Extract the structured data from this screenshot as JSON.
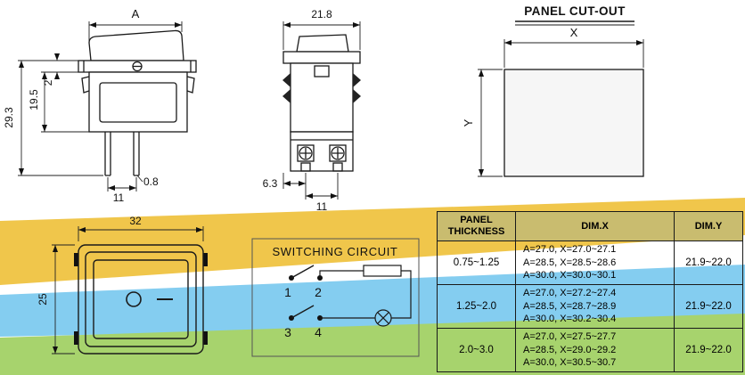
{
  "colors": {
    "band_yellow": "#f0c64b",
    "band_blue": "#84cdf0",
    "band_green": "#a7d36d",
    "table_header_tan": "#c9bc6f",
    "line": "#1a1a1a",
    "panel_fill": "#f6f6f6"
  },
  "front_view": {
    "dim_width": "A",
    "dim_total_height": "29.3",
    "dim_body_height": "19.5",
    "dim_flange_thickness": "2",
    "dim_terminal_pitch": "11",
    "dim_terminal_thickness": "0.8"
  },
  "side_view": {
    "dim_width": "21.8",
    "dim_offset": "6.3",
    "dim_terminal_pitch": "11"
  },
  "panel_cutout": {
    "title": "PANEL CUT-OUT",
    "dim_x": "X",
    "dim_y": "Y"
  },
  "bottom_view": {
    "dim_width": "32",
    "dim_height": "25"
  },
  "circuit": {
    "title": "SWITCHING CIRCUIT",
    "terminals": [
      "1",
      "2",
      "3",
      "4"
    ]
  },
  "table": {
    "headers": [
      "PANEL THICKNESS",
      "DIM.X",
      "DIM.Y"
    ],
    "rows": [
      {
        "thickness": "0.75~1.25",
        "dimx": [
          "A=27.0, X=27.0~27.1",
          "A=28.5, X=28.5~28.6",
          "A=30.0, X=30.0~30.1"
        ],
        "dimy": "21.9~22.0"
      },
      {
        "thickness": "1.25~2.0",
        "dimx": [
          "A=27.0, X=27.2~27.4",
          "A=28.5, X=28.7~28.9",
          "A=30.0, X=30.2~30.4"
        ],
        "dimy": "21.9~22.0"
      },
      {
        "thickness": "2.0~3.0",
        "dimx": [
          "A=27.0, X=27.5~27.7",
          "A=28.5, X=29.0~29.2",
          "A=30.0, X=30.5~30.7"
        ],
        "dimy": "21.9~22.0"
      }
    ]
  }
}
